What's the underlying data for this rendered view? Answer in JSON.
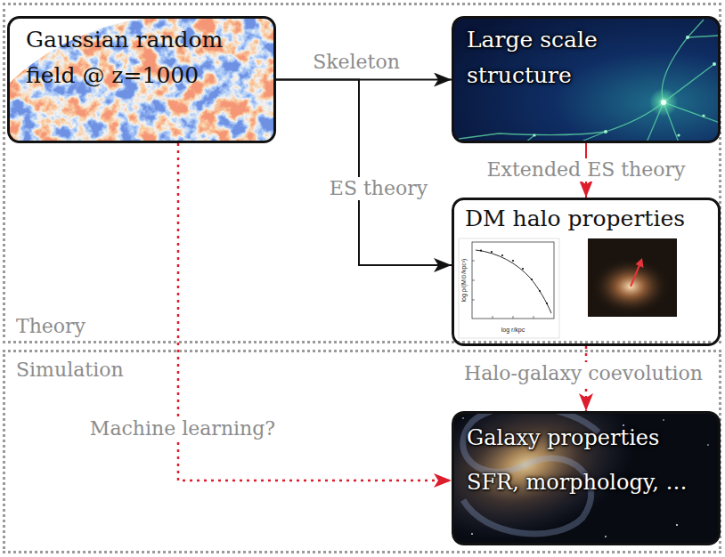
{
  "diagram": {
    "nodes": [
      {
        "text": [
          "Theory"
        ]
      },
      {
        "text": [
          "Gaussian random field @ z=1000"
        ],
        "in": 0
      },
      {
        "text": [
          "Large scale structure"
        ],
        "in": 0
      },
      {
        "text": [
          "DM halo properties"
        ],
        "in": 0
      },
      {
        "text": [
          "Simulation"
        ]
      },
      {
        "text": [
          "Galaxy properties",
          "SFR, morphology, …"
        ],
        "in": 4
      }
    ],
    "edges": [
      {
        "from": 1,
        "to": 2,
        "arrow": "to",
        "label": "Skeleton"
      },
      {
        "from": 2,
        "to": 3,
        "arrow": "to",
        "label": "Extended ES theory"
      },
      {
        "from": 1,
        "to": 3,
        "arrow": "to",
        "label": "ES theory"
      },
      {
        "from": 3,
        "to": 5,
        "arrow": "to",
        "label": "Halo-galaxy coevolution"
      },
      {
        "from": 1,
        "to": 5,
        "arrow": "to",
        "label": "Machine learning?"
      }
    ],
    "labels": [
      "log ρ/(M⊙/kpc³)",
      "log r/kpc"
    ]
  }
}
